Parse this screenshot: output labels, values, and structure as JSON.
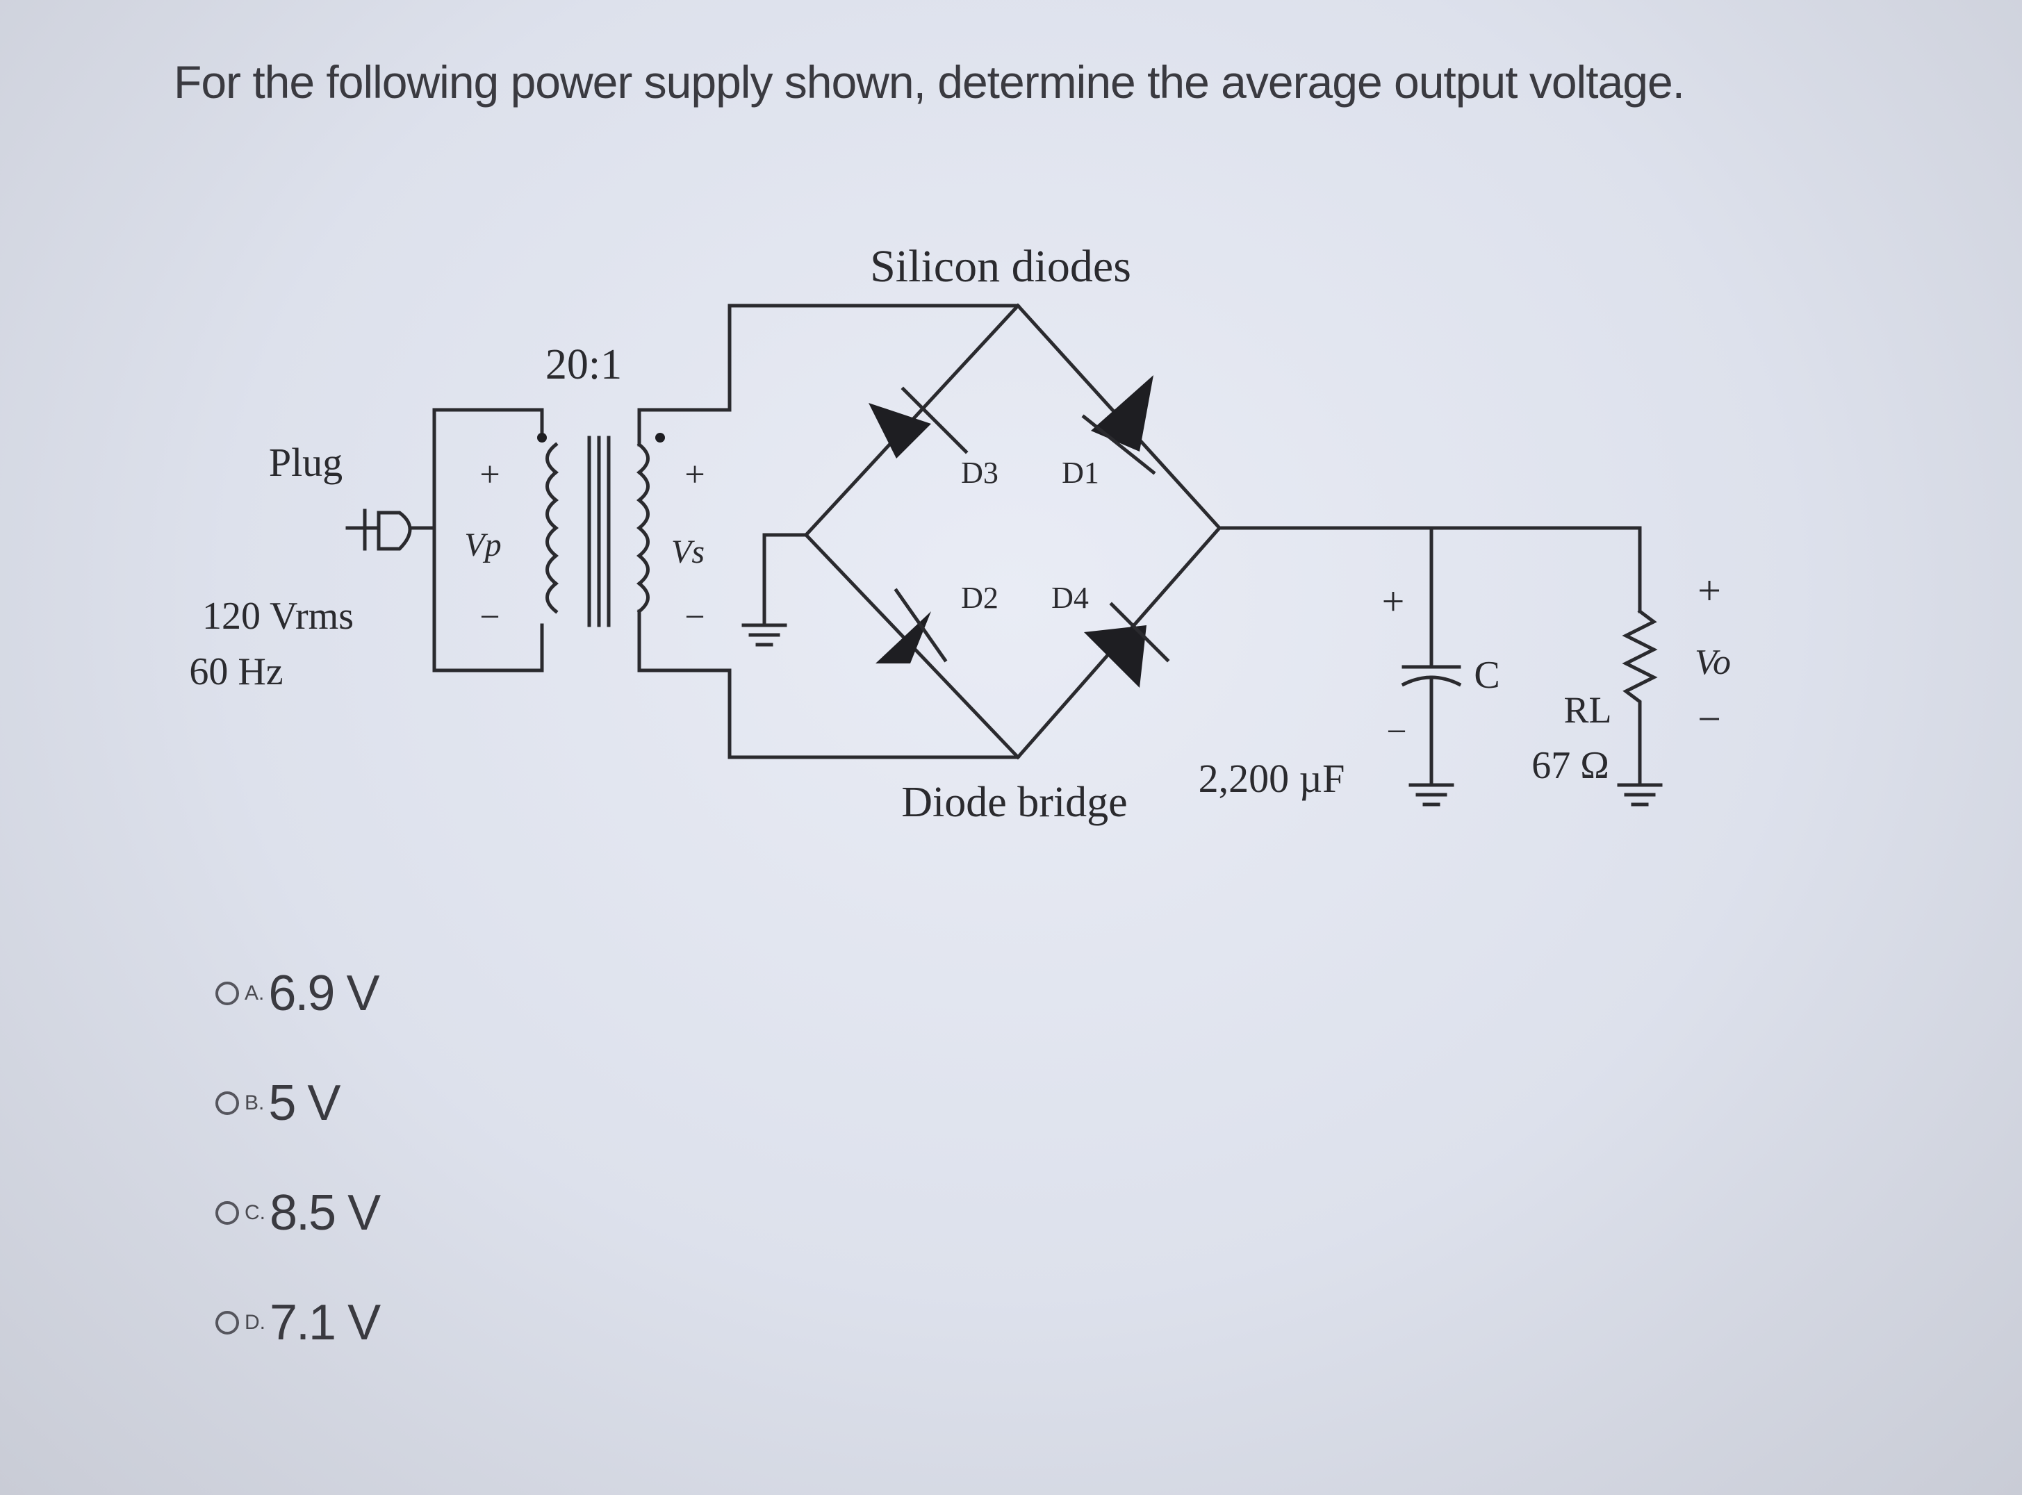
{
  "question": {
    "text": "For the following power supply shown, determine the average output voltage."
  },
  "circuit": {
    "title": "Silicon diodes",
    "ratio": "20:1",
    "plug_label": "Plug",
    "source_voltage": "120 Vrms",
    "source_freq": "60 Hz",
    "primary_label": "Vp",
    "secondary_label": "Vs",
    "plus": "+",
    "minus": "−",
    "d1": "D1",
    "d2": "D2",
    "d3": "D3",
    "d4": "D4",
    "bridge_label": "Diode bridge",
    "cap_name": "C",
    "cap_value": "2,200 µF",
    "load_name": "RL",
    "load_value": "67 Ω",
    "output_label": "Vo"
  },
  "options": [
    {
      "letter": "A.",
      "text": "6.9 V"
    },
    {
      "letter": "B.",
      "text": "5 V"
    },
    {
      "letter": "C.",
      "text": "8.5 V"
    },
    {
      "letter": "D.",
      "text": "7.1 V"
    }
  ]
}
